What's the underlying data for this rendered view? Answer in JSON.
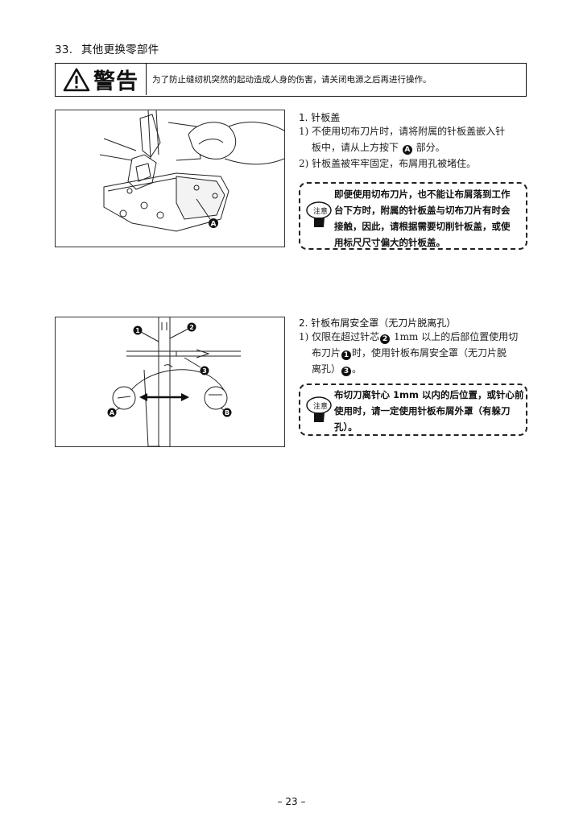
{
  "section": {
    "number": "33.",
    "title": "其他更换零部件"
  },
  "warning": {
    "label": "警告",
    "text": "为了防止缝纫机突然的起动造成人身的伤害，请关闭电源之后再进行操作。"
  },
  "part1": {
    "heading": "1.  针板盖",
    "items": [
      {
        "num": "1)",
        "line1": "不使用切布刀片时，请将附属的针板盖嵌入针",
        "line2a": "板中，请从上方按下 ",
        "marker": "A",
        "line2b": " 部分。"
      },
      {
        "num": "2)",
        "line1": "针板盖被牢牢固定，布屑用孔被堵住。"
      }
    ],
    "note": {
      "icon_label": "注意",
      "lines": [
        "即便使用切布刀片，也不能让布屑落到工作",
        "台下方时，附属的针板盖与切布刀片有时会",
        "接触，因此，请根据需要切削针板盖，或使",
        "用标尺尺寸偏大的针板盖。"
      ]
    },
    "figure_labels": {
      "a": "A"
    }
  },
  "part2": {
    "heading": "2.  针板布屑安全罩（无刀片脱离孔）",
    "items": [
      {
        "num": "1)",
        "l1a": "仅限在超过针芯",
        "m2": "2",
        "l1b": " 1mm 以上的后部位置使用切",
        "l2a": "布刀片",
        "m1": "1",
        "l2b": "时，使用针板布屑安全罩（无刀片脱",
        "l3a": "离孔）",
        "m3": "3",
        "l3b": "。"
      }
    ],
    "note": {
      "icon_label": "注意",
      "lines": [
        "布切刀离针心 1mm 以内的后位置，或针心前",
        "使用时，请一定使用针板布屑外罩（有躲刀",
        "孔）。"
      ]
    },
    "figure_labels": {
      "n1": "1",
      "n2": "2",
      "n3": "3",
      "a": "A",
      "b": "B"
    }
  },
  "page": {
    "number": "– 23 –"
  }
}
